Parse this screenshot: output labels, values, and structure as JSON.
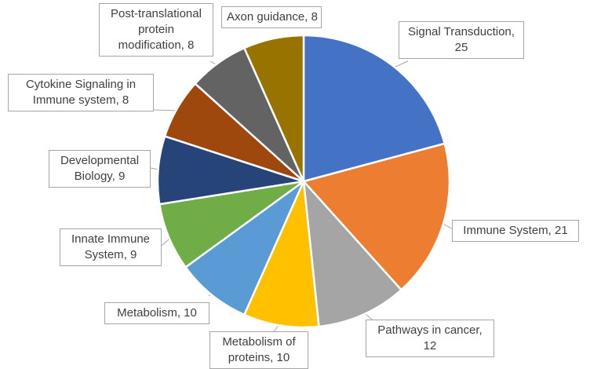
{
  "chart_data": {
    "type": "pie",
    "title": "",
    "slices": [
      {
        "label": "Signal Transduction",
        "value": 25,
        "color": "#4472C4"
      },
      {
        "label": "Immune System",
        "value": 21,
        "color": "#ED7D31"
      },
      {
        "label": "Pathways in cancer",
        "value": 12,
        "color": "#A5A5A5"
      },
      {
        "label": "Metabolism of proteins",
        "value": 10,
        "color": "#FFC000"
      },
      {
        "label": "Metabolism",
        "value": 10,
        "color": "#5B9BD5"
      },
      {
        "label": "Innate Immune System",
        "value": 9,
        "color": "#70AD47"
      },
      {
        "label": "Developmental Biology",
        "value": 9,
        "color": "#264478"
      },
      {
        "label": "Cytokine Signaling in Immune system",
        "value": 8,
        "color": "#9E480E"
      },
      {
        "label": "Post-translational protein modification",
        "value": 8,
        "color": "#636363"
      },
      {
        "label": "Axon guidance",
        "value": 8,
        "color": "#997300"
      }
    ],
    "data_labels": [
      "Signal Transduction, 25",
      "Immune System, 21",
      "Pathways in cancer, 12",
      "Metabolism of proteins, 10",
      "Metabolism, 10",
      "Innate Immune System, 9",
      "Developmental Biology, 9",
      "Cytokine Signaling in Immune system, 8",
      "Post-translational protein modification, 8",
      "Axon guidance, 8"
    ],
    "legend": "none",
    "start_angle": "12 o'clock",
    "direction": "clockwise"
  }
}
